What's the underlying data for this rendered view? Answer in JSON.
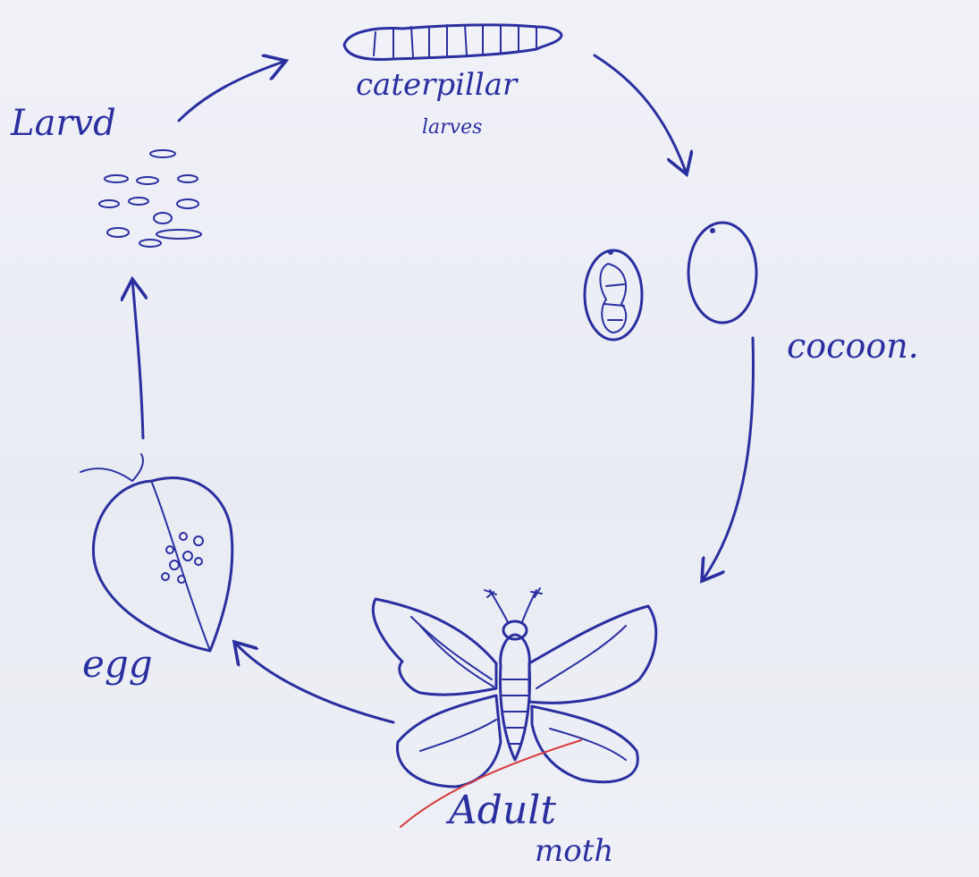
{
  "labels": {
    "larvae": "Larvd",
    "caterpillar_line1": "caterpillar",
    "caterpillar_line2": "larves",
    "cocoon": "cocoon.",
    "egg": "egg",
    "adult_line1": "Adult",
    "adult_line2": "moth"
  },
  "colors": {
    "ink": "#2a2fa0",
    "red_mark": "#d83a3a",
    "paper": "#eceef5"
  }
}
